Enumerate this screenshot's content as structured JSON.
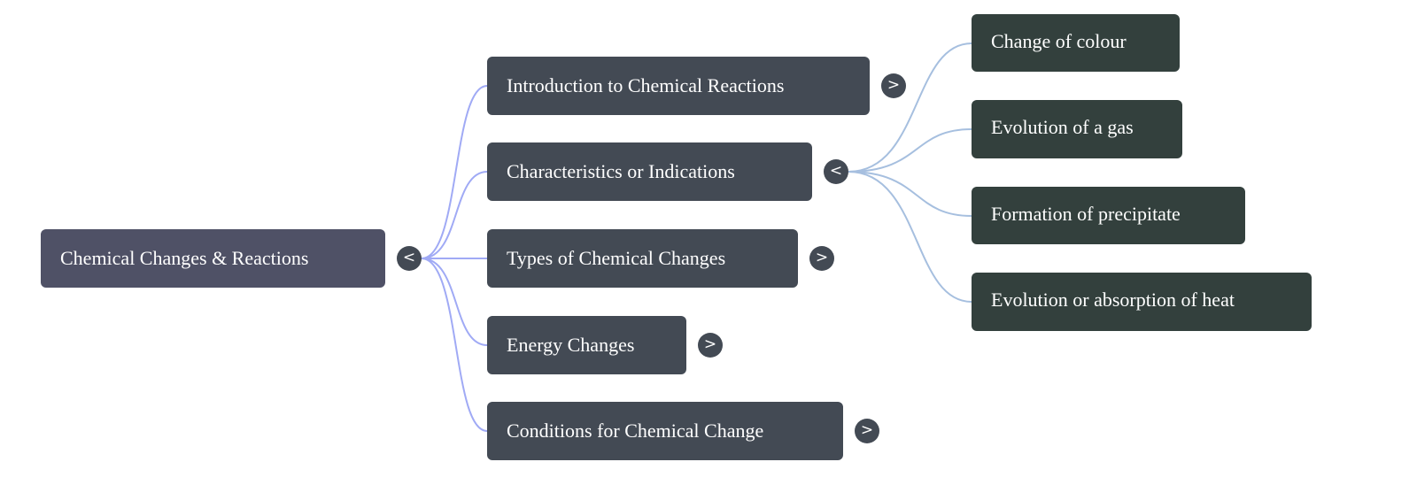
{
  "root": {
    "label": "Chemical Changes & Reactions",
    "toggle": "<"
  },
  "topics": [
    {
      "label": "Introduction to Chemical Reactions",
      "toggle": ">"
    },
    {
      "label": "Characteristics or Indications",
      "toggle": "<"
    },
    {
      "label": "Types of Chemical Changes",
      "toggle": ">"
    },
    {
      "label": "Energy Changes",
      "toggle": ">"
    },
    {
      "label": "Conditions for Chemical Change",
      "toggle": ">"
    }
  ],
  "indications": [
    {
      "label": "Change of colour"
    },
    {
      "label": "Evolution of a gas"
    },
    {
      "label": "Formation of precipitate"
    },
    {
      "label": "Evolution or absorption of heat"
    }
  ],
  "colors": {
    "root": "#4f5166",
    "topic": "#434a54",
    "leaf": "#33403d",
    "root_edge": "#a0aaf5",
    "leaf_edge": "#a6bfdf"
  }
}
